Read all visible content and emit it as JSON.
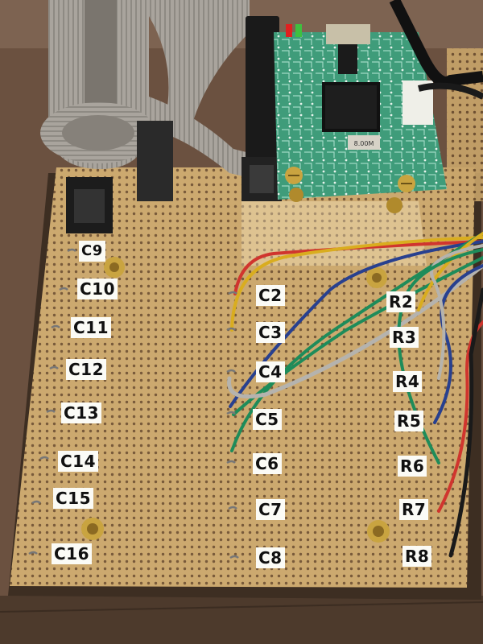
{
  "board_labels": {
    "left_column": [
      "C9",
      "C10",
      "C11",
      "C12",
      "C13",
      "C14",
      "C15",
      "C16"
    ],
    "middle_column": [
      "C2",
      "C3",
      "C4",
      "C5",
      "C6",
      "C7",
      "C8"
    ],
    "right_column": [
      "R2",
      "R3",
      "R4",
      "R5",
      "R6",
      "R7",
      "R8"
    ]
  },
  "pcb": {
    "crystal_text": "8.00M"
  },
  "colors": {
    "table_wood": "#6b5140",
    "stripboard": "#c9a56a",
    "pcb_green": "#3f9c7a",
    "ribbon_cable": "#a49f98",
    "wire_red": "#d0352e",
    "wire_yellow": "#d9ad1f",
    "wire_blue": "#28408f",
    "wire_green": "#1e8c5a",
    "wire_gray": "#b5b3ae",
    "wire_black": "#1a1a1a"
  }
}
